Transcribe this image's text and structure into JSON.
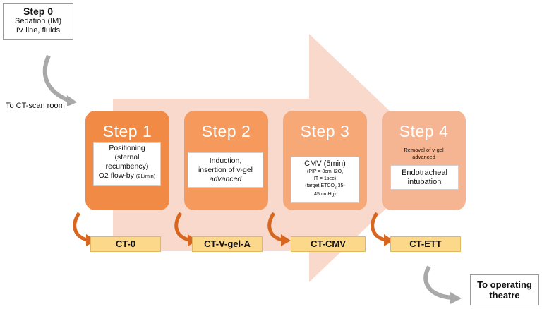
{
  "step0": {
    "title": "Step 0",
    "line1": "Sedation (IM)",
    "line2": "IV line, fluids"
  },
  "scan_label": "To CT-scan room",
  "steps": [
    {
      "title": "Step 1",
      "lines": [
        "Positioning",
        "(sternal",
        "recumbency)"
      ],
      "o2": "O2 flow-by",
      "o2_unit": "(2L/min)",
      "color": "#f08a45"
    },
    {
      "title": "Step 2",
      "lines": [
        "Induction,",
        "insertion of v-gel"
      ],
      "italic": "advanced",
      "color": "#f59a5c"
    },
    {
      "title": "Step 3",
      "main": "CMV (5min)",
      "lines": [
        "(PIP = 8cmH2O,",
        "IT = 1sec)",
        "(target ETCO",
        "45mmHg)"
      ],
      "etco_sub": "2",
      "etco_tail": " 35-",
      "color": "#f6a877"
    },
    {
      "title": "Step 4",
      "removal_line1": "Removal of v-gel",
      "removal_line2": "advanced",
      "lines": [
        "Endotracheal",
        "intubation"
      ],
      "color": "#f5b592"
    }
  ],
  "ct_labels": [
    "CT-0",
    "CT-V-gel-A",
    "CT-CMV",
    "CT-ETT"
  ],
  "theatre": {
    "line1": "To operating",
    "line2": "theatre"
  }
}
